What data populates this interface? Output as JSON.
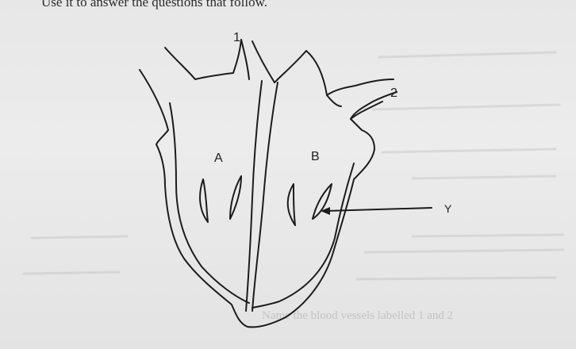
{
  "top_text": "Use it to answer the questions that follow.",
  "labels": {
    "vessel_1": "1",
    "vessel_2": "2",
    "chamber_a": "A",
    "chamber_b": "B",
    "pointer_y": "Y"
  },
  "bottom_text": "Name the blood vessels labelled 1 and 2",
  "colors": {
    "ink": "#1e1e1e",
    "paper": "#e9e9e9"
  }
}
